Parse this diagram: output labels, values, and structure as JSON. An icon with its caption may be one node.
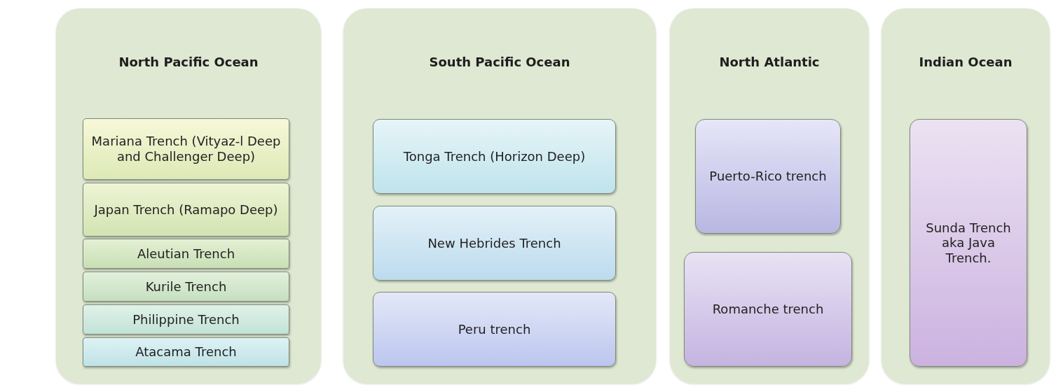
{
  "diagram": {
    "nodes": [
      {
        "text": [
          "North Pacific Ocean"
        ]
      },
      {
        "text": [
          "Mariana Trench (Vityaz-l Deep and Challenger Deep)"
        ],
        "in": 0
      },
      {
        "text": [
          "Japan Trench (Ramapo Deep)"
        ],
        "in": 0
      },
      {
        "text": [
          "Aleutian Trench"
        ],
        "in": 0
      },
      {
        "text": [
          "Kurile Trench"
        ],
        "in": 0
      },
      {
        "text": [
          "Philippine  Trench"
        ],
        "in": 0
      },
      {
        "text": [
          "Atacama Trench"
        ],
        "in": 0
      },
      {
        "text": [
          "South Pacific Ocean"
        ]
      },
      {
        "text": [
          "Tonga Trench (Horizon Deep)"
        ],
        "in": 7
      },
      {
        "text": [
          "New Hebrides Trench"
        ],
        "in": 7
      },
      {
        "text": [
          "Peru trench"
        ],
        "in": 7
      },
      {
        "text": [
          "North Atlantic"
        ]
      },
      {
        "text": [
          "Puerto-Rico trench"
        ],
        "in": 11
      },
      {
        "text": [
          "Romanche trench"
        ],
        "in": 11
      },
      {
        "text": [
          "Indian Ocean"
        ]
      },
      {
        "text": [
          "Sunda Trench aka Java Trench."
        ],
        "in": 14
      }
    ]
  }
}
